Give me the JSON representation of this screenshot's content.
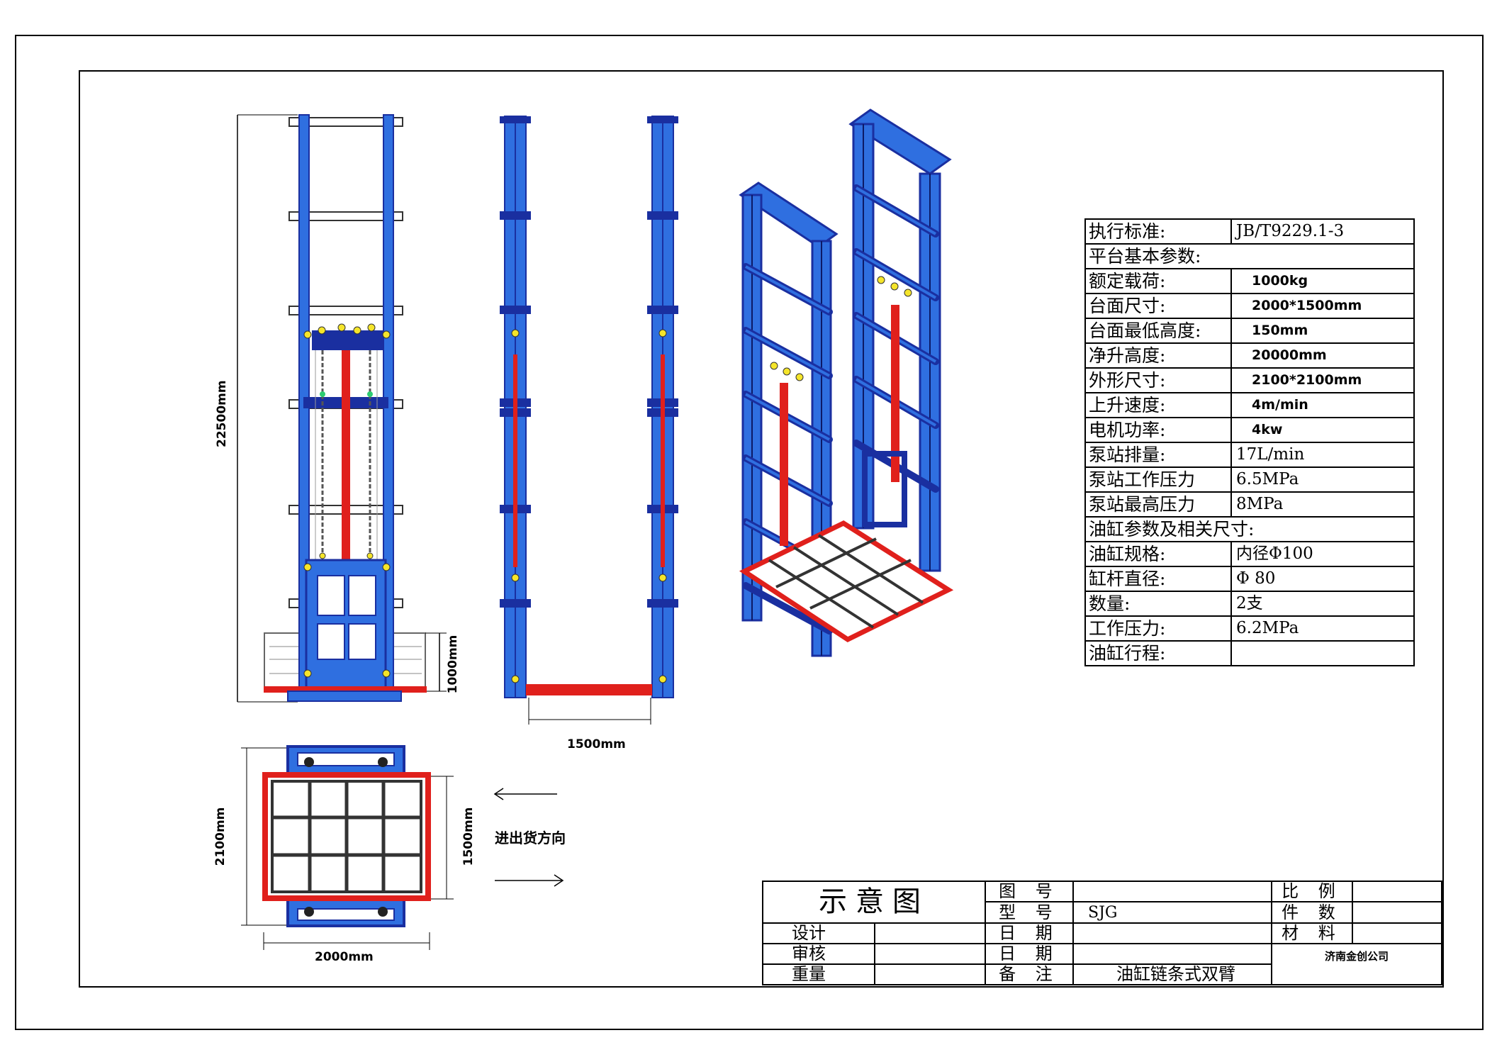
{
  "spec": {
    "rows": [
      {
        "label": "执行标准:",
        "value": "JB/T9229.1-3",
        "style": "plain"
      },
      {
        "label": "平台基本参数:",
        "value": null,
        "span": true
      },
      {
        "label": "额定载荷:",
        "value": "1000kg",
        "style": "bold"
      },
      {
        "label": "台面尺寸:",
        "value": "2000*1500mm",
        "style": "bold"
      },
      {
        "label": "台面最低高度:",
        "value": "150mm",
        "style": "bold"
      },
      {
        "label": "净升高度:",
        "value": "20000mm",
        "style": "bold"
      },
      {
        "label": "外形尺寸:",
        "value": "2100*2100mm",
        "style": "bold"
      },
      {
        "label": "上升速度:",
        "value": "4m/min",
        "style": "bold"
      },
      {
        "label": "电机功率:",
        "value": "4kw",
        "style": "bold"
      },
      {
        "label": "泵站排量:",
        "value": "17L/min",
        "style": "plain"
      },
      {
        "label": "泵站工作压力",
        "value": "6.5MPa",
        "style": "plain"
      },
      {
        "label": "泵站最高压力",
        "value": "8MPa",
        "style": "plain"
      },
      {
        "label": "油缸参数及相关尺寸:",
        "value": null,
        "span": true
      },
      {
        "label": "油缸规格:",
        "value": "内径Φ100",
        "style": "plain"
      },
      {
        "label": "缸杆直径:",
        "value": "Φ 80",
        "style": "plain"
      },
      {
        "label": "数量:",
        "value": "2支",
        "style": "plain"
      },
      {
        "label": "工作压力:",
        "value": "6.2MPa",
        "style": "plain"
      },
      {
        "label": "油缸行程:",
        "value": "",
        "style": "plain"
      }
    ]
  },
  "title_block": {
    "title": "示意图",
    "drawing_no_label": "图 号",
    "drawing_no": "",
    "model_label": "型 号",
    "model": "SJG",
    "scale_label": "比 例",
    "scale": "",
    "quantity_label": "件 数",
    "quantity": "",
    "material_label": "材 料",
    "material": "",
    "design_label": "设计",
    "review_label": "审核",
    "weight_label": "重量",
    "date_label_1": "日 期",
    "date_label_2": "日 期",
    "note_label": "备 注",
    "note": "油缸链条式双臂",
    "company": "济南金创公司"
  },
  "dimensions": {
    "total_height": "22500mm",
    "base_height": "1000mm",
    "side_span": "1500mm",
    "plan_depth": "2100mm",
    "plan_platform_depth": "1500mm",
    "plan_width": "2000mm"
  },
  "annotations": {
    "direction": "进出货方向"
  },
  "colors": {
    "frame_blue": "#2f6fe0",
    "frame_dark": "#1a2fa0",
    "cylinder_red": "#e0201c",
    "accent_yellow": "#f5e52a"
  }
}
